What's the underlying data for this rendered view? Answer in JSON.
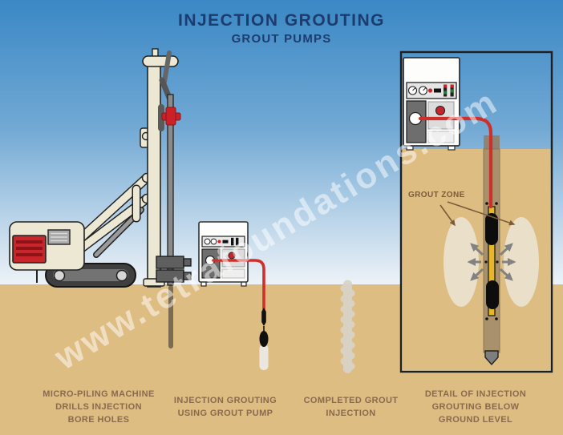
{
  "title": {
    "main": "INJECTION GROUTING",
    "subtitle": "GROUT PUMPS"
  },
  "watermark": "www.tetrafoundations.com",
  "panels": [
    {
      "id": "machine",
      "caption": "MICRO-PILING MACHINE\nDRILLS INJECTION\nBORE HOLES"
    },
    {
      "id": "pump",
      "caption": "INJECTION GROUTING\nUSING GROUT PUMP"
    },
    {
      "id": "completed",
      "caption": "COMPLETED GROUT\nINJECTION"
    },
    {
      "id": "detail",
      "caption": "DETAIL OF INJECTION\nGROUTING BELOW\nGROUND LEVEL"
    }
  ],
  "detail_panel": {
    "grout_zone_label": "GROUT ZONE"
  },
  "colors": {
    "sky_top": "#3a88c5",
    "sky_bottom": "#eef3f8",
    "ground": "#debd82",
    "title_navy": "#1c3c6e",
    "caption_brown": "#8a6a4c",
    "grout_zone_brown": "#7b5b39",
    "accent_red": "#cc2a28",
    "hose_red": "#cf2f2a",
    "machine_cream": "#ece8d4",
    "track_gray": "#3f3f3f",
    "packer_black": "#111111",
    "injection_pipe_yellow": "#e8b62b",
    "grout_column_gray": "#d9d4c6",
    "grout_bulb_cream": "#ece4d2",
    "borehole_brown": "#a8916b"
  }
}
